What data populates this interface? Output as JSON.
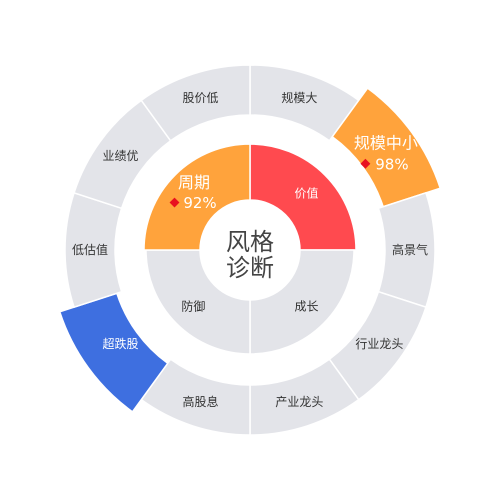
{
  "chart_data": {
    "type": "sunburst",
    "center_label": [
      "风格",
      "诊断"
    ],
    "inner_ring": [
      {
        "label": "价值",
        "highlighted": true,
        "color": "#FF4A4F"
      },
      {
        "label": "成长",
        "highlighted": false,
        "color": "#E3E4E9"
      },
      {
        "label": "防御",
        "highlighted": false,
        "color": "#E3E4E9"
      },
      {
        "label": "周期",
        "highlighted": true,
        "color": "#FFA33C",
        "percent": "92%"
      }
    ],
    "outer_ring": [
      {
        "label": "规模大",
        "highlighted": false,
        "color": "#E3E4E9"
      },
      {
        "label": "规模中小",
        "highlighted": true,
        "color": "#FFA33C",
        "percent": "98%"
      },
      {
        "label": "高景气",
        "highlighted": false,
        "color": "#E3E4E9"
      },
      {
        "label": "行业龙头",
        "highlighted": false,
        "color": "#E3E4E9"
      },
      {
        "label": "产业龙头",
        "highlighted": false,
        "color": "#E3E4E9"
      },
      {
        "label": "高股息",
        "highlighted": false,
        "color": "#E3E4E9"
      },
      {
        "label": "超跌股",
        "highlighted": true,
        "color": "#3E6FE0"
      },
      {
        "label": "低估值",
        "highlighted": false,
        "color": "#E3E4E9"
      },
      {
        "label": "业绩优",
        "highlighted": false,
        "color": "#E3E4E9"
      },
      {
        "label": "股价低",
        "highlighted": false,
        "color": "#E3E4E9"
      }
    ],
    "marker_color": "#E8101F"
  }
}
